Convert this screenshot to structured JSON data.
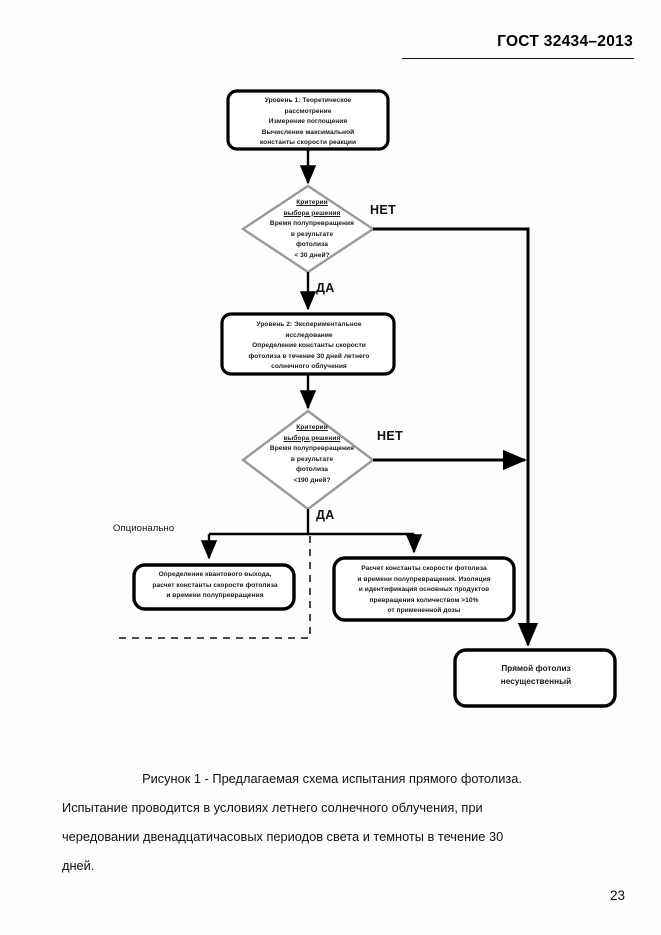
{
  "document": {
    "standard_header": "ГОСТ 32434–2013",
    "page_number": "23"
  },
  "flowchart": {
    "title": "Предлагаемая схема испытания прямого фотолиза",
    "nodes": {
      "level1_box": {
        "type": "process",
        "lines": [
          "Уровень 1: Теоретическое",
          "рассмотрение",
          "Измерение поглощения",
          "Вычисление максимальной",
          "константы скорости реакции"
        ]
      },
      "decision1": {
        "type": "decision",
        "heading_lines": [
          "Критерии",
          "выбора решения"
        ],
        "lines": [
          "Время полупревращения",
          "в результате",
          "фотолиза",
          "< 30 дней?"
        ]
      },
      "level2_box": {
        "type": "process",
        "lines": [
          "Уровень 2: Экспериментальное",
          "исследование",
          "Определение константы скорости",
          "фотолиза в течение 30 дней летнего",
          "солнечного облучения"
        ]
      },
      "decision2": {
        "type": "decision",
        "heading_lines": [
          "Критерии",
          "выбора решения"
        ],
        "lines": [
          "Время полупревращения",
          "в результате",
          "фотолиза",
          "<190 дней?"
        ]
      },
      "optional_box": {
        "type": "process",
        "lines": [
          "Определение квантового выхода,",
          "расчет константы скорости фотолиза",
          "и времени полупревращения"
        ]
      },
      "result_box": {
        "type": "process",
        "lines": [
          "Расчет константы скорости фотолиза",
          "и времени полупревращения. Изоляция",
          "и идентификация основных продуктов",
          "превращения количеством >10%",
          "от примененной дозы"
        ]
      },
      "final_box": {
        "type": "terminal",
        "lines": [
          "Прямой фотолиз",
          "несущественный"
        ]
      }
    },
    "labels": {
      "no_branch_1": "НЕТ",
      "yes_branch_1": "ДА",
      "no_branch_2": "НЕТ",
      "yes_branch_2": "ДА",
      "optional_region": "Опционально"
    },
    "colors": {
      "box_outline": "#000000",
      "diamond_outline": "#808080",
      "connector": "#000000",
      "text": "#1a1a1a"
    }
  },
  "caption": {
    "line1": "Рисунок  1 - Предлагаемая схема испытания прямого фотолиза.",
    "line2": "Испытание проводится в условиях летнего солнечного облучения, при",
    "line3": "чередовании двенадцатичасовых периодов света и темноты в течение 30",
    "line4": "дней."
  }
}
